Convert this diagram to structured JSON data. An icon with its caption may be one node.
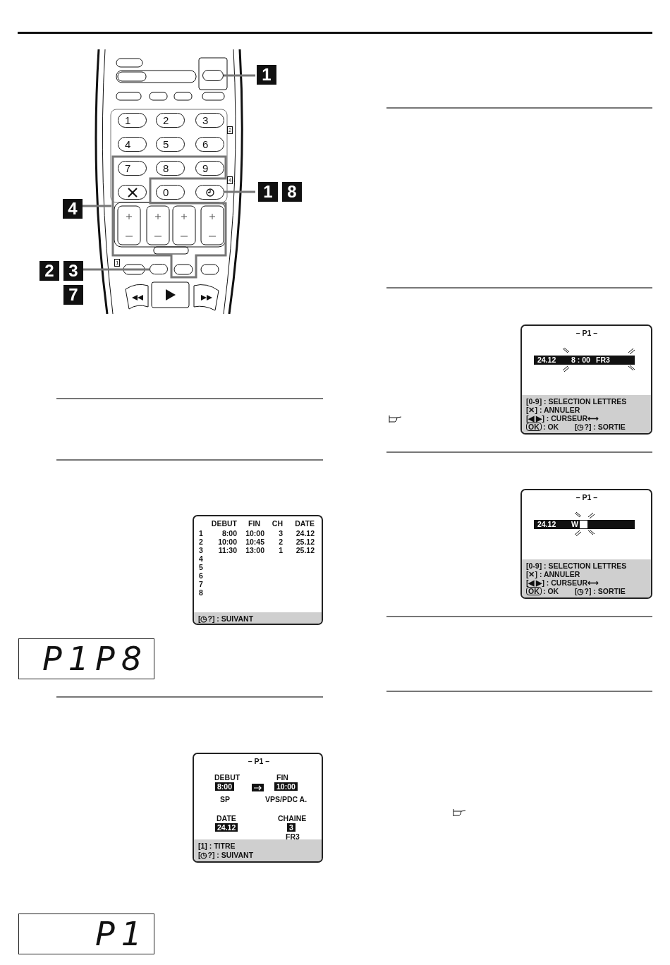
{
  "diagram": {
    "nodes": [
      {
        "text": [],
        "shape": "picture"
      },
      {
        "text": [],
        "shape": "box",
        "in": 0
      },
      {
        "text": [
          "1"
        ],
        "in": 0
      },
      {
        "text": [
          "2"
        ],
        "in": 0
      },
      {
        "text": [
          "3"
        ],
        "in": 0
      },
      {
        "text": [
          "4"
        ],
        "in": 0
      },
      {
        "text": [
          "5"
        ],
        "in": 0
      },
      {
        "text": [
          "6"
        ],
        "in": 0
      },
      {
        "text": [],
        "shape": "outline",
        "in": 0
      },
      {
        "text": [
          "7"
        ],
        "in": 8
      },
      {
        "text": [
          "8"
        ],
        "in": 8
      },
      {
        "text": [
          "9"
        ],
        "in": 8
      },
      {
        "text": [],
        "shape": "box",
        "in": 8
      },
      {
        "text": [
          "0"
        ],
        "in": 0
      },
      {
        "text": [],
        "shape": "box",
        "in": 0
      },
      {
        "text": [],
        "shape": "box",
        "in": 0
      },
      {
        "text": [
          "1"
        ]
      },
      {
        "text": [
          "1",
          "8"
        ]
      },
      {
        "text": [
          "4"
        ]
      },
      {
        "text": [
          "2",
          "3",
          "7"
        ]
      },
      {
        "text": [
          "DEBUT",
          "FIN",
          "CH",
          "DATE",
          "1",
          "8:00",
          "10:00",
          "3",
          "24.12",
          "2",
          "10:00",
          "10:45",
          "2",
          "25.12",
          "3",
          "11:30",
          "13:00",
          "1",
          "25.12",
          "4",
          "5",
          "6",
          "7",
          "8",
          "[◷?] : SUIVANT"
        ]
      },
      {
        "text": [
          "P1P8"
        ]
      },
      {
        "text": [
          "– P1 –",
          "DEBUT",
          "8:00",
          "FIN",
          "10:00",
          "SP",
          "VPS/PDC A.",
          "DATE",
          "24.12",
          "CHAINE",
          "3",
          "FR3",
          "[1] : TITRE",
          "[◷?] : SUIVANT"
        ]
      },
      {
        "text": [
          "P1"
        ]
      },
      {
        "text": [
          "– P1 –",
          "24.12",
          "8 : 00",
          "FR3",
          "[0-9] : SELECTION LETTRES",
          "[✕] : ANNULER",
          "[◀ ▶] : CURSEUR⟷",
          "OK",
          ": OK",
          "[◷?] : SORTIE"
        ]
      },
      {
        "text": [
          "– P1 –",
          "24.12",
          "W",
          "[0-9] : SELECTION LETTRES",
          "[✕] : ANNULER",
          "[◀ ▶] : CURSEUR⟷",
          "OK",
          ": OK",
          "[◷?] : SORTIE"
        ]
      }
    ],
    "edges": [
      {
        "from": 16,
        "to": 1,
        "arrow": "none"
      },
      {
        "from": 17,
        "to": 14,
        "arrow": "none"
      },
      {
        "from": 18,
        "to": 8,
        "arrow": "none"
      },
      {
        "from": 19,
        "to": 15,
        "arrow": "none"
      }
    ],
    "labels": [
      "2",
      "4",
      "1"
    ]
  }
}
